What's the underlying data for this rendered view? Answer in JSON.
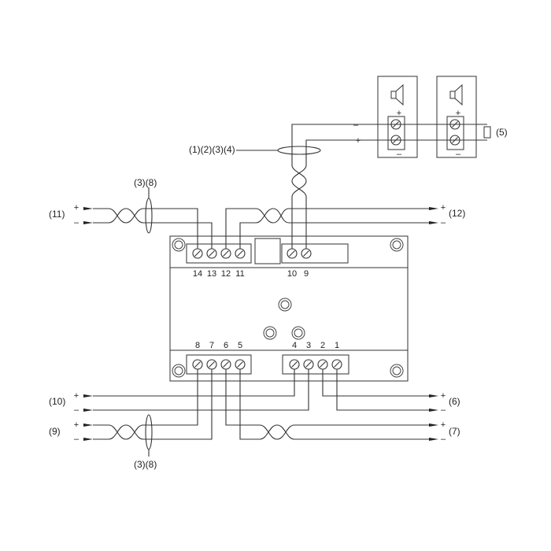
{
  "labels": {
    "shield_top": "(1)(2)(3)(4)",
    "left_upper": "(3)(8)",
    "left_lower": "(3)(8)",
    "l11": "(11)",
    "l10": "(10)",
    "l9": "(9)",
    "r12": "(12)",
    "r6": "(6)",
    "r7": "(7)",
    "r5": "(5)"
  },
  "terminals": {
    "top": [
      "14",
      "13",
      "12",
      "11",
      "10",
      "9"
    ],
    "bottom": [
      "8",
      "7",
      "6",
      "5",
      "4",
      "3",
      "2",
      "1"
    ]
  },
  "signs": {
    "plus": "+",
    "minus": "–"
  }
}
